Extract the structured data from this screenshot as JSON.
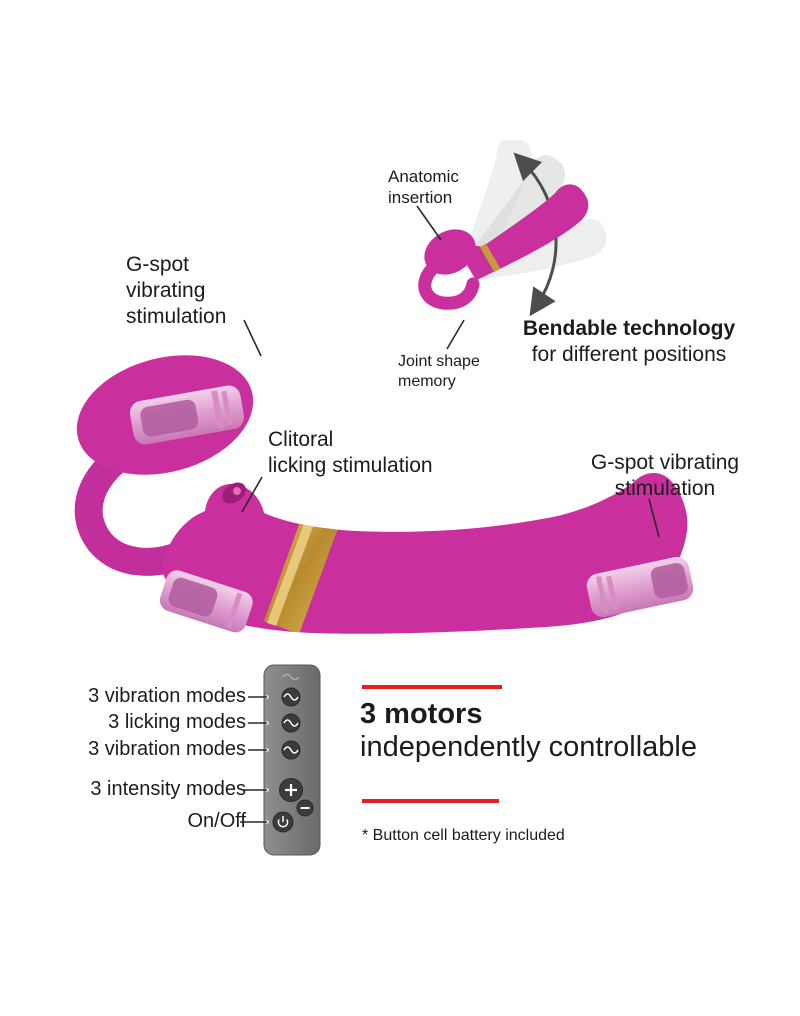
{
  "colors": {
    "product_pink": "#c9309e",
    "product_pink_dark": "#a8217f",
    "motor_light": "#f0cbe6",
    "motor_core": "#b25fa0",
    "gold_band": "#c79b3b",
    "accent_red": "#ec1c24",
    "remote_gray": "#7d7d7d",
    "text": "#1c1c1c",
    "ghost_gray": "#d4d4d4"
  },
  "illustration": {
    "anatomic_label": "Anatomic\ninsertion",
    "joint_label": "Joint shape\nmemory",
    "bendable_title": "Bendable technology",
    "bendable_subtitle": "for different positions"
  },
  "product_labels": {
    "gspot_left": "G-spot\nvibrating\nstimulation",
    "clitoral": "Clitoral\nlicking stimulation",
    "gspot_right": "G-spot vibrating\nstimulation"
  },
  "remote": {
    "labels": [
      "3 vibration modes",
      "3 licking modes",
      "3 vibration modes",
      "3 intensity modes",
      "On/Off"
    ],
    "button_icons": [
      "wave-icon",
      "wave-icon",
      "wave-icon",
      "plus-icon",
      "minus-icon",
      "power-icon"
    ]
  },
  "features": {
    "motors_title": "3 motors",
    "motors_subtitle": "independently controllable",
    "battery_note": "* Button cell battery included"
  }
}
